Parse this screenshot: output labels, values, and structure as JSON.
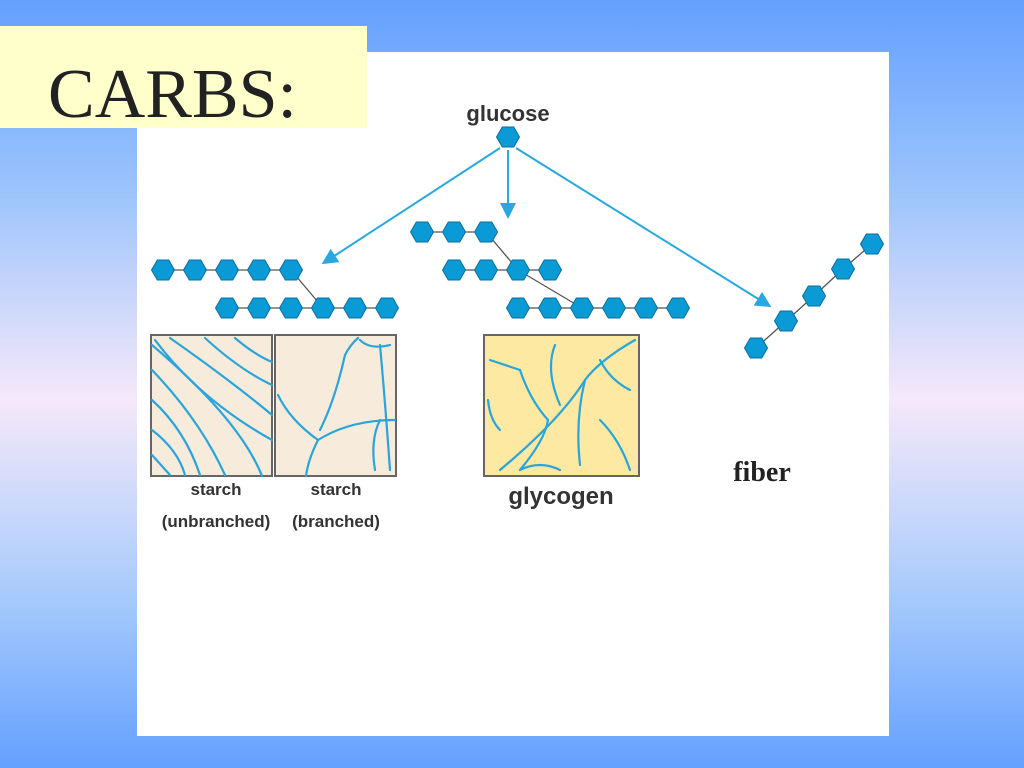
{
  "slide": {
    "title": "CARBS:"
  },
  "diagram": {
    "glucose_label": "glucose",
    "starch_unbranched": {
      "name": "starch",
      "qualifier": "(unbranched)"
    },
    "starch_branched": {
      "name": "starch",
      "qualifier": "(branched)"
    },
    "glycogen_label": "glycogen",
    "fiber_label": "fiber"
  },
  "colors": {
    "monomer": "#0a9ad6",
    "arrow": "#29a8e0",
    "starch_box": "#f7ebdc",
    "glycogen_box": "#fde9a2"
  }
}
